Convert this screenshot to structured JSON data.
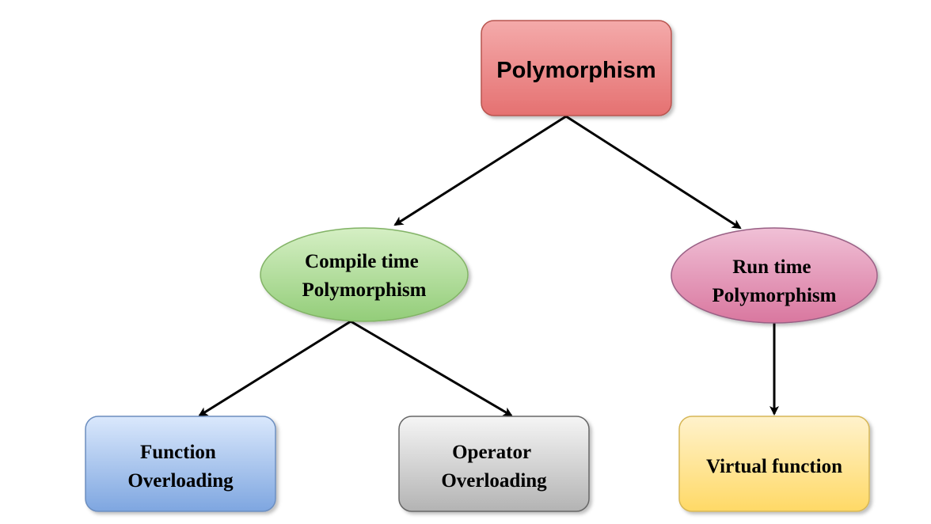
{
  "nodes": {
    "root": {
      "lines": [
        "Polymorphism"
      ]
    },
    "compile_time": {
      "lines": [
        "Compile time",
        "Polymorphism"
      ]
    },
    "run_time": {
      "lines": [
        "Run time",
        "Polymorphism"
      ]
    },
    "function_overloading": {
      "lines": [
        "Function",
        "Overloading"
      ]
    },
    "operator_overloading": {
      "lines": [
        "Operator",
        "Overloading"
      ]
    },
    "virtual_function": {
      "lines": [
        "Virtual function"
      ]
    }
  },
  "edges": [
    {
      "from": "root",
      "to": "compile_time"
    },
    {
      "from": "root",
      "to": "run_time"
    },
    {
      "from": "compile_time",
      "to": "function_overloading"
    },
    {
      "from": "compile_time",
      "to": "operator_overloading"
    },
    {
      "from": "run_time",
      "to": "virtual_function"
    }
  ],
  "colors": {
    "root_fill_top": "#f4aaaa",
    "root_fill_bottom": "#e57171",
    "root_stroke": "#b85450",
    "compile_fill_top": "#d5efc4",
    "compile_fill_bottom": "#93cd79",
    "compile_stroke": "#82b366",
    "run_fill_top": "#f0c0d6",
    "run_fill_bottom": "#d9779f",
    "run_stroke": "#996185",
    "function_fill_top": "#dae8fc",
    "function_fill_bottom": "#7ea6e0",
    "function_stroke": "#6c8ebf",
    "operator_fill_top": "#f5f5f5",
    "operator_fill_bottom": "#b3b3b3",
    "operator_stroke": "#666666",
    "virtual_fill_top": "#fff2cc",
    "virtual_fill_bottom": "#ffd966",
    "virtual_stroke": "#d6b656",
    "edge_color": "#000000"
  }
}
